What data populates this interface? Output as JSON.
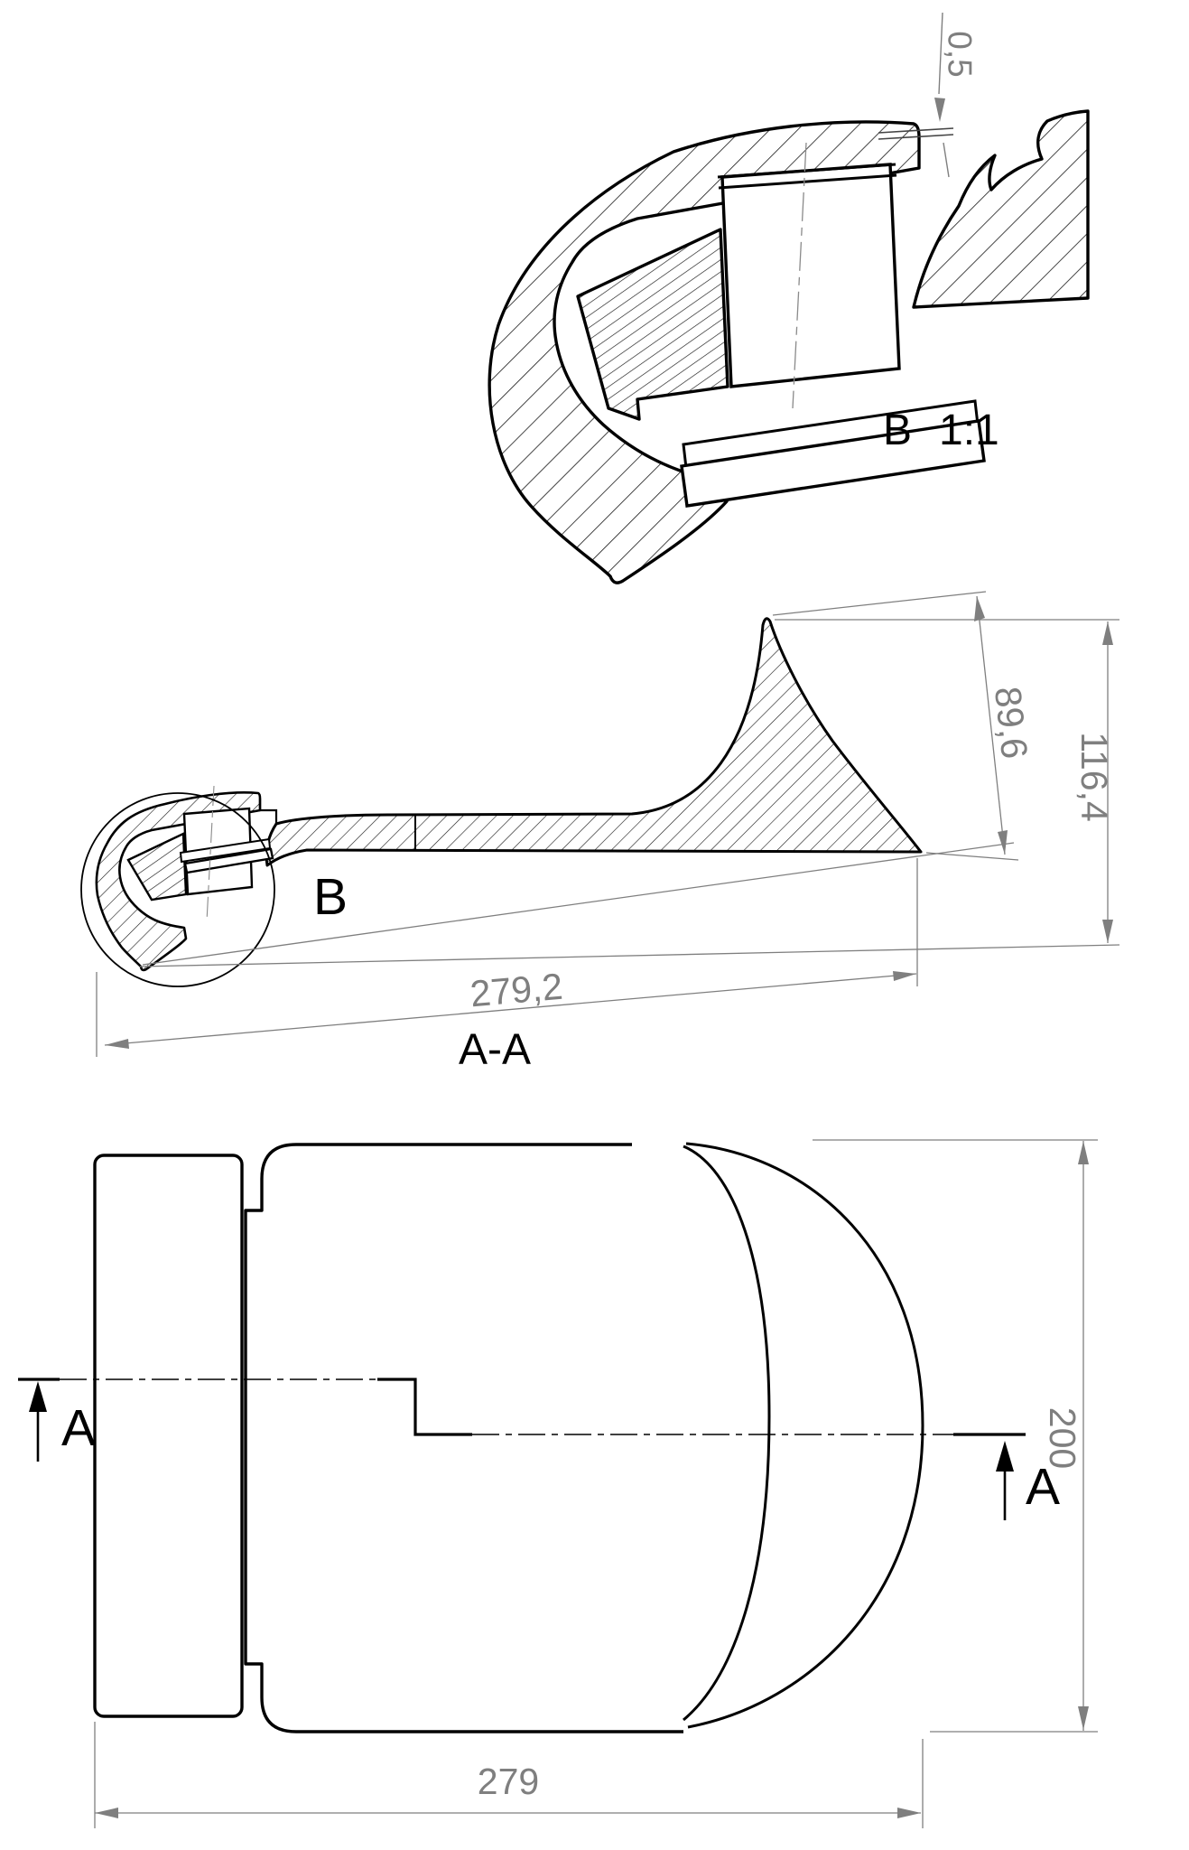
{
  "drawing": {
    "background": "#ffffff",
    "line_color": "#000000",
    "dim_color": "#7f7f7f",
    "detail_view": {
      "label_letter": "B",
      "label_scale": "1:1",
      "dims": {
        "gap": "0,5"
      }
    },
    "section_view": {
      "label": "A-A",
      "detail_marker": "B",
      "dims": {
        "length": "279,2",
        "overall_height": "116,4",
        "upper_height": "89,6"
      }
    },
    "plan_view": {
      "dims": {
        "length": "279",
        "width": "200"
      },
      "cut_arrows": {
        "left": "A",
        "right": "A"
      }
    }
  }
}
